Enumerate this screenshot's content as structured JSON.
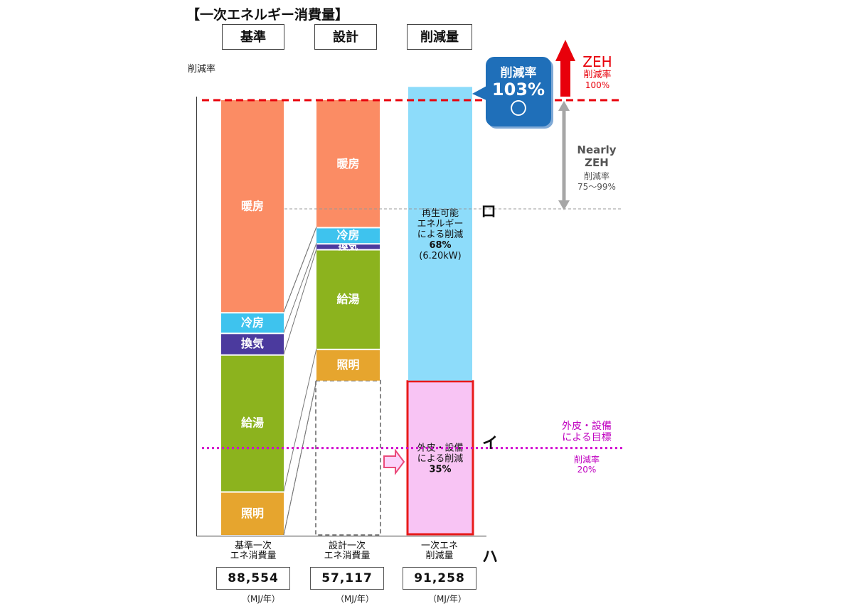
{
  "header": {
    "title": "【一次エネルギー消費量】",
    "columns": [
      "基準",
      "設計",
      "削減量"
    ]
  },
  "axis": {
    "ylabel": "削減率"
  },
  "chart_data": {
    "type": "bar",
    "stacked": true,
    "title": "【一次エネルギー消費量】",
    "ylabel": "削減率",
    "categories": [
      "基準",
      "設計",
      "削減量"
    ],
    "bars": [
      {
        "category": "基準",
        "total": 88554,
        "segments": [
          {
            "label": "照明",
            "value": 8900,
            "color": "#e6a52e"
          },
          {
            "label": "給湯",
            "value": 27900,
            "color": "#8cb31e"
          },
          {
            "label": "換気",
            "value": 4400,
            "color": "#4b3a9e"
          },
          {
            "label": "冷房",
            "value": 4200,
            "color": "#3ec3ee"
          },
          {
            "label": "暖房",
            "value": 43154,
            "color": "#fb8c64"
          }
        ]
      },
      {
        "category": "設計",
        "total": 57117,
        "segments": [
          {
            "label": "照明",
            "value": 6500,
            "color": "#e6a52e"
          },
          {
            "label": "給湯",
            "value": 20300,
            "color": "#8cb31e"
          },
          {
            "label": "換気",
            "value": 1200,
            "color": "#4b3a9e"
          },
          {
            "label": "冷房",
            "value": 3300,
            "color": "#3ec3ee"
          },
          {
            "label": "暖房",
            "value": 25817,
            "color": "#fb8c64"
          }
        ]
      },
      {
        "category": "削減量",
        "total": 91258,
        "segments": [
          {
            "label": "外皮・設備による削減",
            "value": 31437,
            "color": "#f8c4f4",
            "text": [
              "外皮・設備",
              "による削減",
              "35%"
            ]
          },
          {
            "label": "再生可能エネルギーによる削減",
            "value": 59821,
            "color": "#8ddcfa",
            "text": [
              "再生可能",
              "エネルギー",
              "による削減",
              "68%",
              "(6.20kW)"
            ]
          }
        ]
      }
    ],
    "reference_lines": [
      {
        "name": "ZEH",
        "rate": "100%",
        "color": "#e8000b",
        "style": "dashed"
      },
      {
        "name": "ロ",
        "rate": "75%",
        "color": "#888888",
        "style": "dashed"
      },
      {
        "name": "外皮・設備による目標",
        "rate": "20%",
        "color": "#c000c0",
        "style": "dotted"
      }
    ]
  },
  "bottom": {
    "labels": [
      [
        "基準一次",
        "エネ消費量"
      ],
      [
        "設計一次",
        "エネ消費量"
      ],
      [
        "一次エネ",
        "削減量"
      ]
    ],
    "values": [
      "88,554",
      "57,117",
      "91,258"
    ],
    "unit": "（MJ/年）"
  },
  "callout": {
    "title": "削減率",
    "value": "103%",
    "mark": "〇",
    "color": "#1f6fb9"
  },
  "zeh": {
    "label": "ZEH",
    "rate_label": "削減率",
    "rate": "100%"
  },
  "nearly": {
    "line1": "Nearly",
    "line2": "ZEH",
    "rate_label": "削減率",
    "rate": "75～99%"
  },
  "target": {
    "line1": "外皮・設備",
    "line2": "による目標",
    "rate_label": "削減率",
    "rate": "20%"
  },
  "marks": {
    "ro": "ロ",
    "i": "イ",
    "ha": "ハ"
  }
}
